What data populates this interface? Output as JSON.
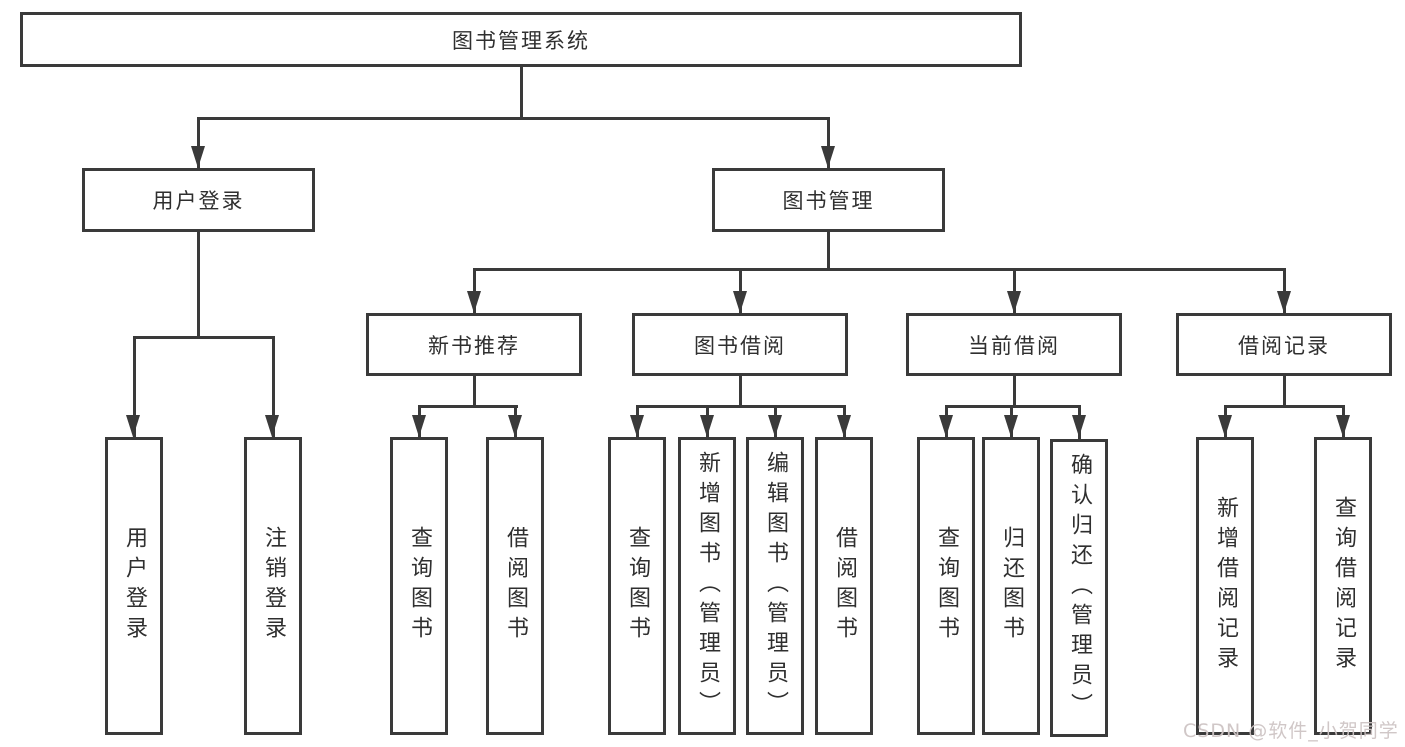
{
  "diagram": {
    "root": {
      "label": "图书管理系统"
    },
    "level2": [
      {
        "label": "用户登录"
      },
      {
        "label": "图书管理"
      }
    ],
    "level3": [
      {
        "label": "新书推荐"
      },
      {
        "label": "图书借阅"
      },
      {
        "label": "当前借阅"
      },
      {
        "label": "借阅记录"
      }
    ],
    "leaves": {
      "login": [
        "用户登录",
        "注销登录"
      ],
      "newbook": [
        "查询图书",
        "借阅图书"
      ],
      "borrow": [
        "查询图书",
        "新增图书（管理员）",
        "编辑图书（管理员）",
        "借阅图书"
      ],
      "current": [
        "查询图书",
        "归还图书",
        "确认归还（管理员）"
      ],
      "records": [
        "新增借阅记录",
        "查询借阅记录"
      ]
    }
  },
  "watermark": "CSDN @软件_小贺同学",
  "colors": {
    "line": "#3a3a3a",
    "text": "#2f2f2f",
    "watermark": "#cdc4c4",
    "background": "#ffffff"
  }
}
